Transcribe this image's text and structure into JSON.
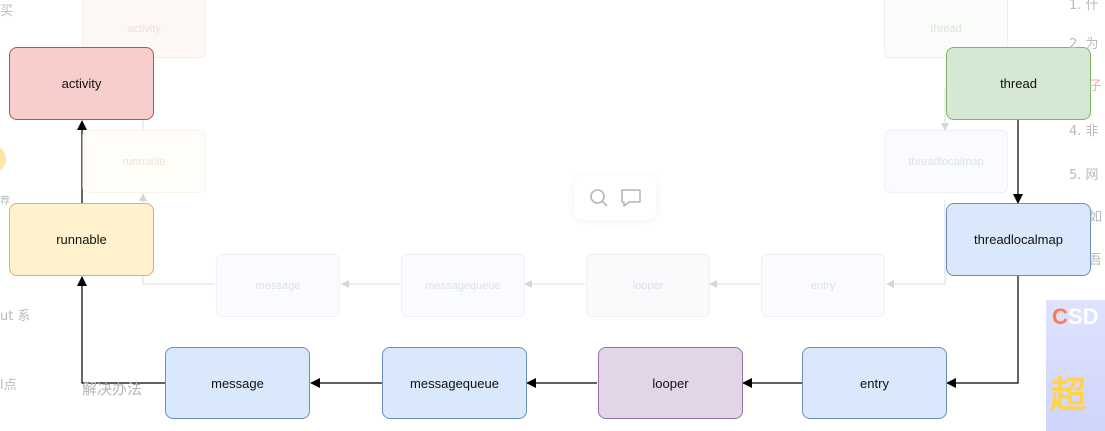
{
  "left_sidebar": {
    "snippets": [
      "买",
      "荐",
      "ut 系",
      "l点"
    ]
  },
  "right_sidebar": {
    "snippets": [
      "1. 什",
      "2. 为",
      "子",
      "4. 非",
      "5. 网",
      "如",
      "吾"
    ]
  },
  "ghost_nodes": {
    "activity": "activity",
    "runnable": "runnable",
    "thread": "thread",
    "threadlocalmap": "threadlocalmap",
    "message": "message",
    "messagequeue": "messagequeue",
    "looper": "looper",
    "entry": "entry"
  },
  "nodes": {
    "activity": "activity",
    "runnable": "runnable",
    "thread": "thread",
    "threadlocalmap": "threadlocalmap",
    "message": "message",
    "messagequeue": "messagequeue",
    "looper": "looper",
    "entry": "entry"
  },
  "bottom_text": "解决办法",
  "promo": {
    "c": "C",
    "sd": "SD",
    "big": "超"
  },
  "icons": {
    "search": "search-icon",
    "comment": "comment-icon"
  }
}
